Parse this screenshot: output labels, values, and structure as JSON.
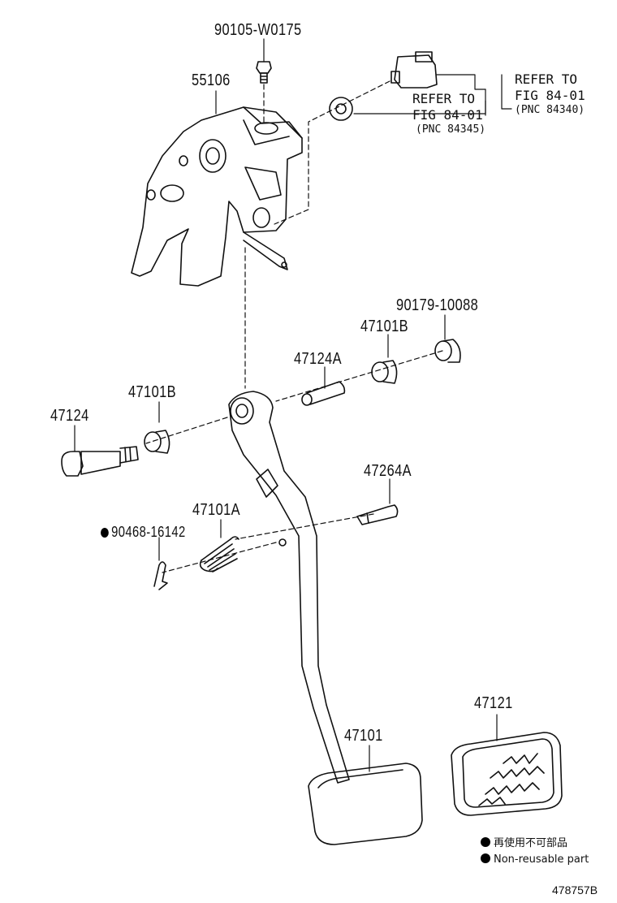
{
  "parts": {
    "p_90105": "90105-W0175",
    "p_55106": "55106",
    "p_90179": "90179-10088",
    "p_47101b_top": "47101B",
    "p_47124a": "47124A",
    "p_47124": "47124",
    "p_47101b_left": "47101B",
    "p_47264a": "47264A",
    "p_47101a": "47101A",
    "p_90468": "90468-16142",
    "p_47121": "47121",
    "p_47101": "47101"
  },
  "references": {
    "ref1": {
      "line1": "REFER TO",
      "line2": "FIG 84-01",
      "pnc": "(PNC 84340)"
    },
    "ref2": {
      "line1": "REFER TO",
      "line2": "FIG 84-01",
      "pnc": "(PNC 84345)"
    }
  },
  "legend": {
    "jp": "再使用不可部品",
    "en": "Non-reusable part"
  },
  "diagram_code": "478757B"
}
